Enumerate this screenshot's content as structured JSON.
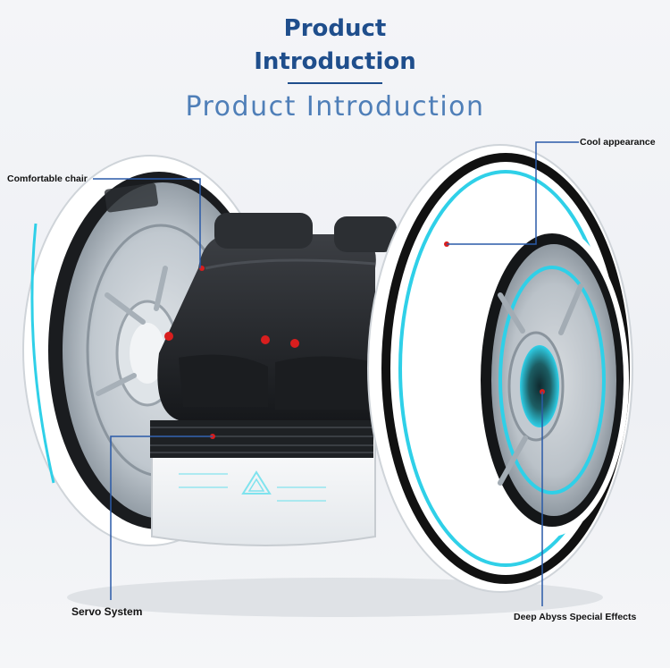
{
  "header": {
    "title_line1": "Product",
    "title_line2": "Introduction",
    "subtitle": "Product Introduction"
  },
  "callouts": {
    "comfortable_chair": "Comfortable chair",
    "cool_appearance": "Cool appearance",
    "servo_system": "Servo System",
    "deep_abyss": "Deep Abyss Special Effects"
  },
  "colors": {
    "title": "#1f4e8c",
    "subtitle": "#4f7fb8",
    "leader_line": "#2a5aa8",
    "marker": "#d81e1e",
    "neon_accent": "#2fd0e8"
  }
}
